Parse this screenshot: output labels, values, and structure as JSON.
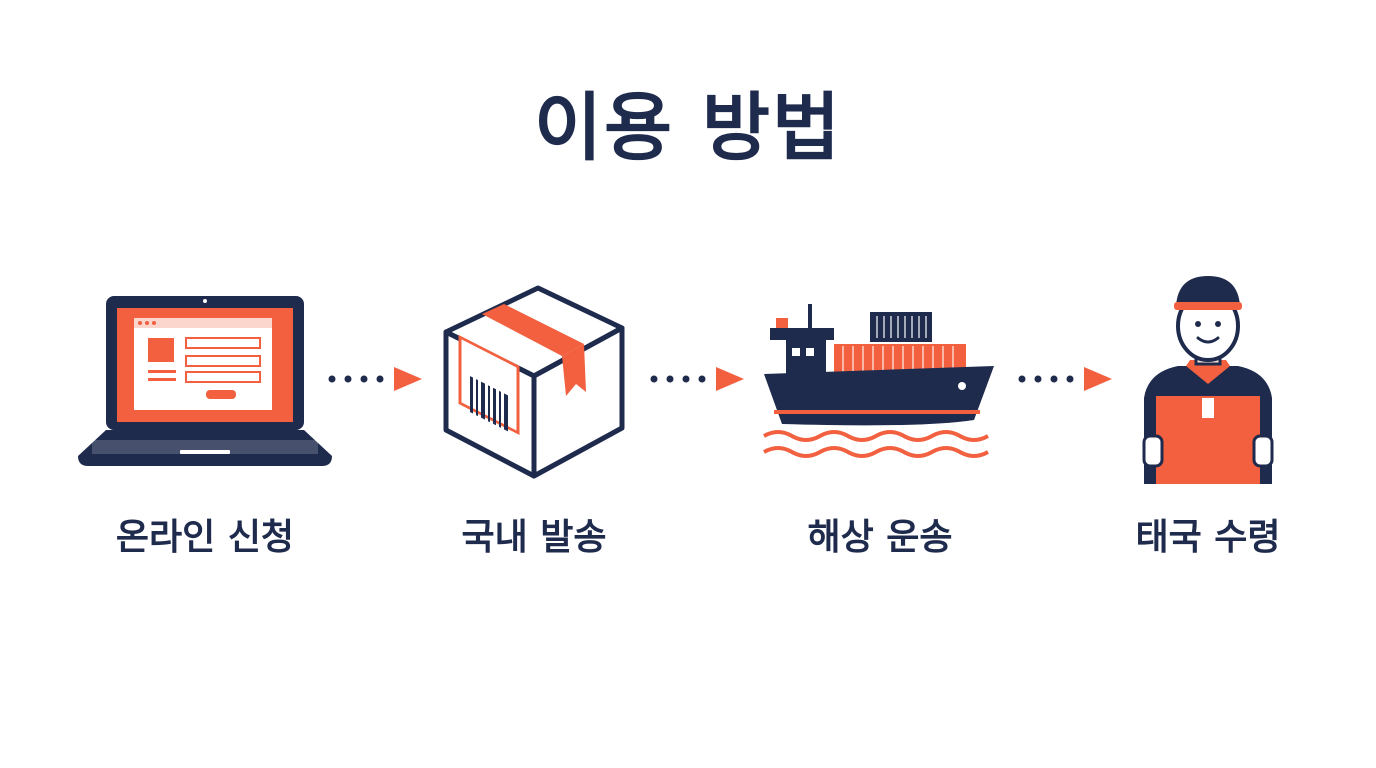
{
  "title": "이용 방법",
  "steps": [
    {
      "label": "온라인 신청",
      "icon": "laptop-icon"
    },
    {
      "label": "국내 발송",
      "icon": "package-icon"
    },
    {
      "label": "해상 운송",
      "icon": "cargo-ship-icon"
    },
    {
      "label": "태국 수령",
      "icon": "delivery-person-icon"
    }
  ],
  "colors": {
    "navy": "#1f2b4d",
    "coral": "#f2603f"
  }
}
